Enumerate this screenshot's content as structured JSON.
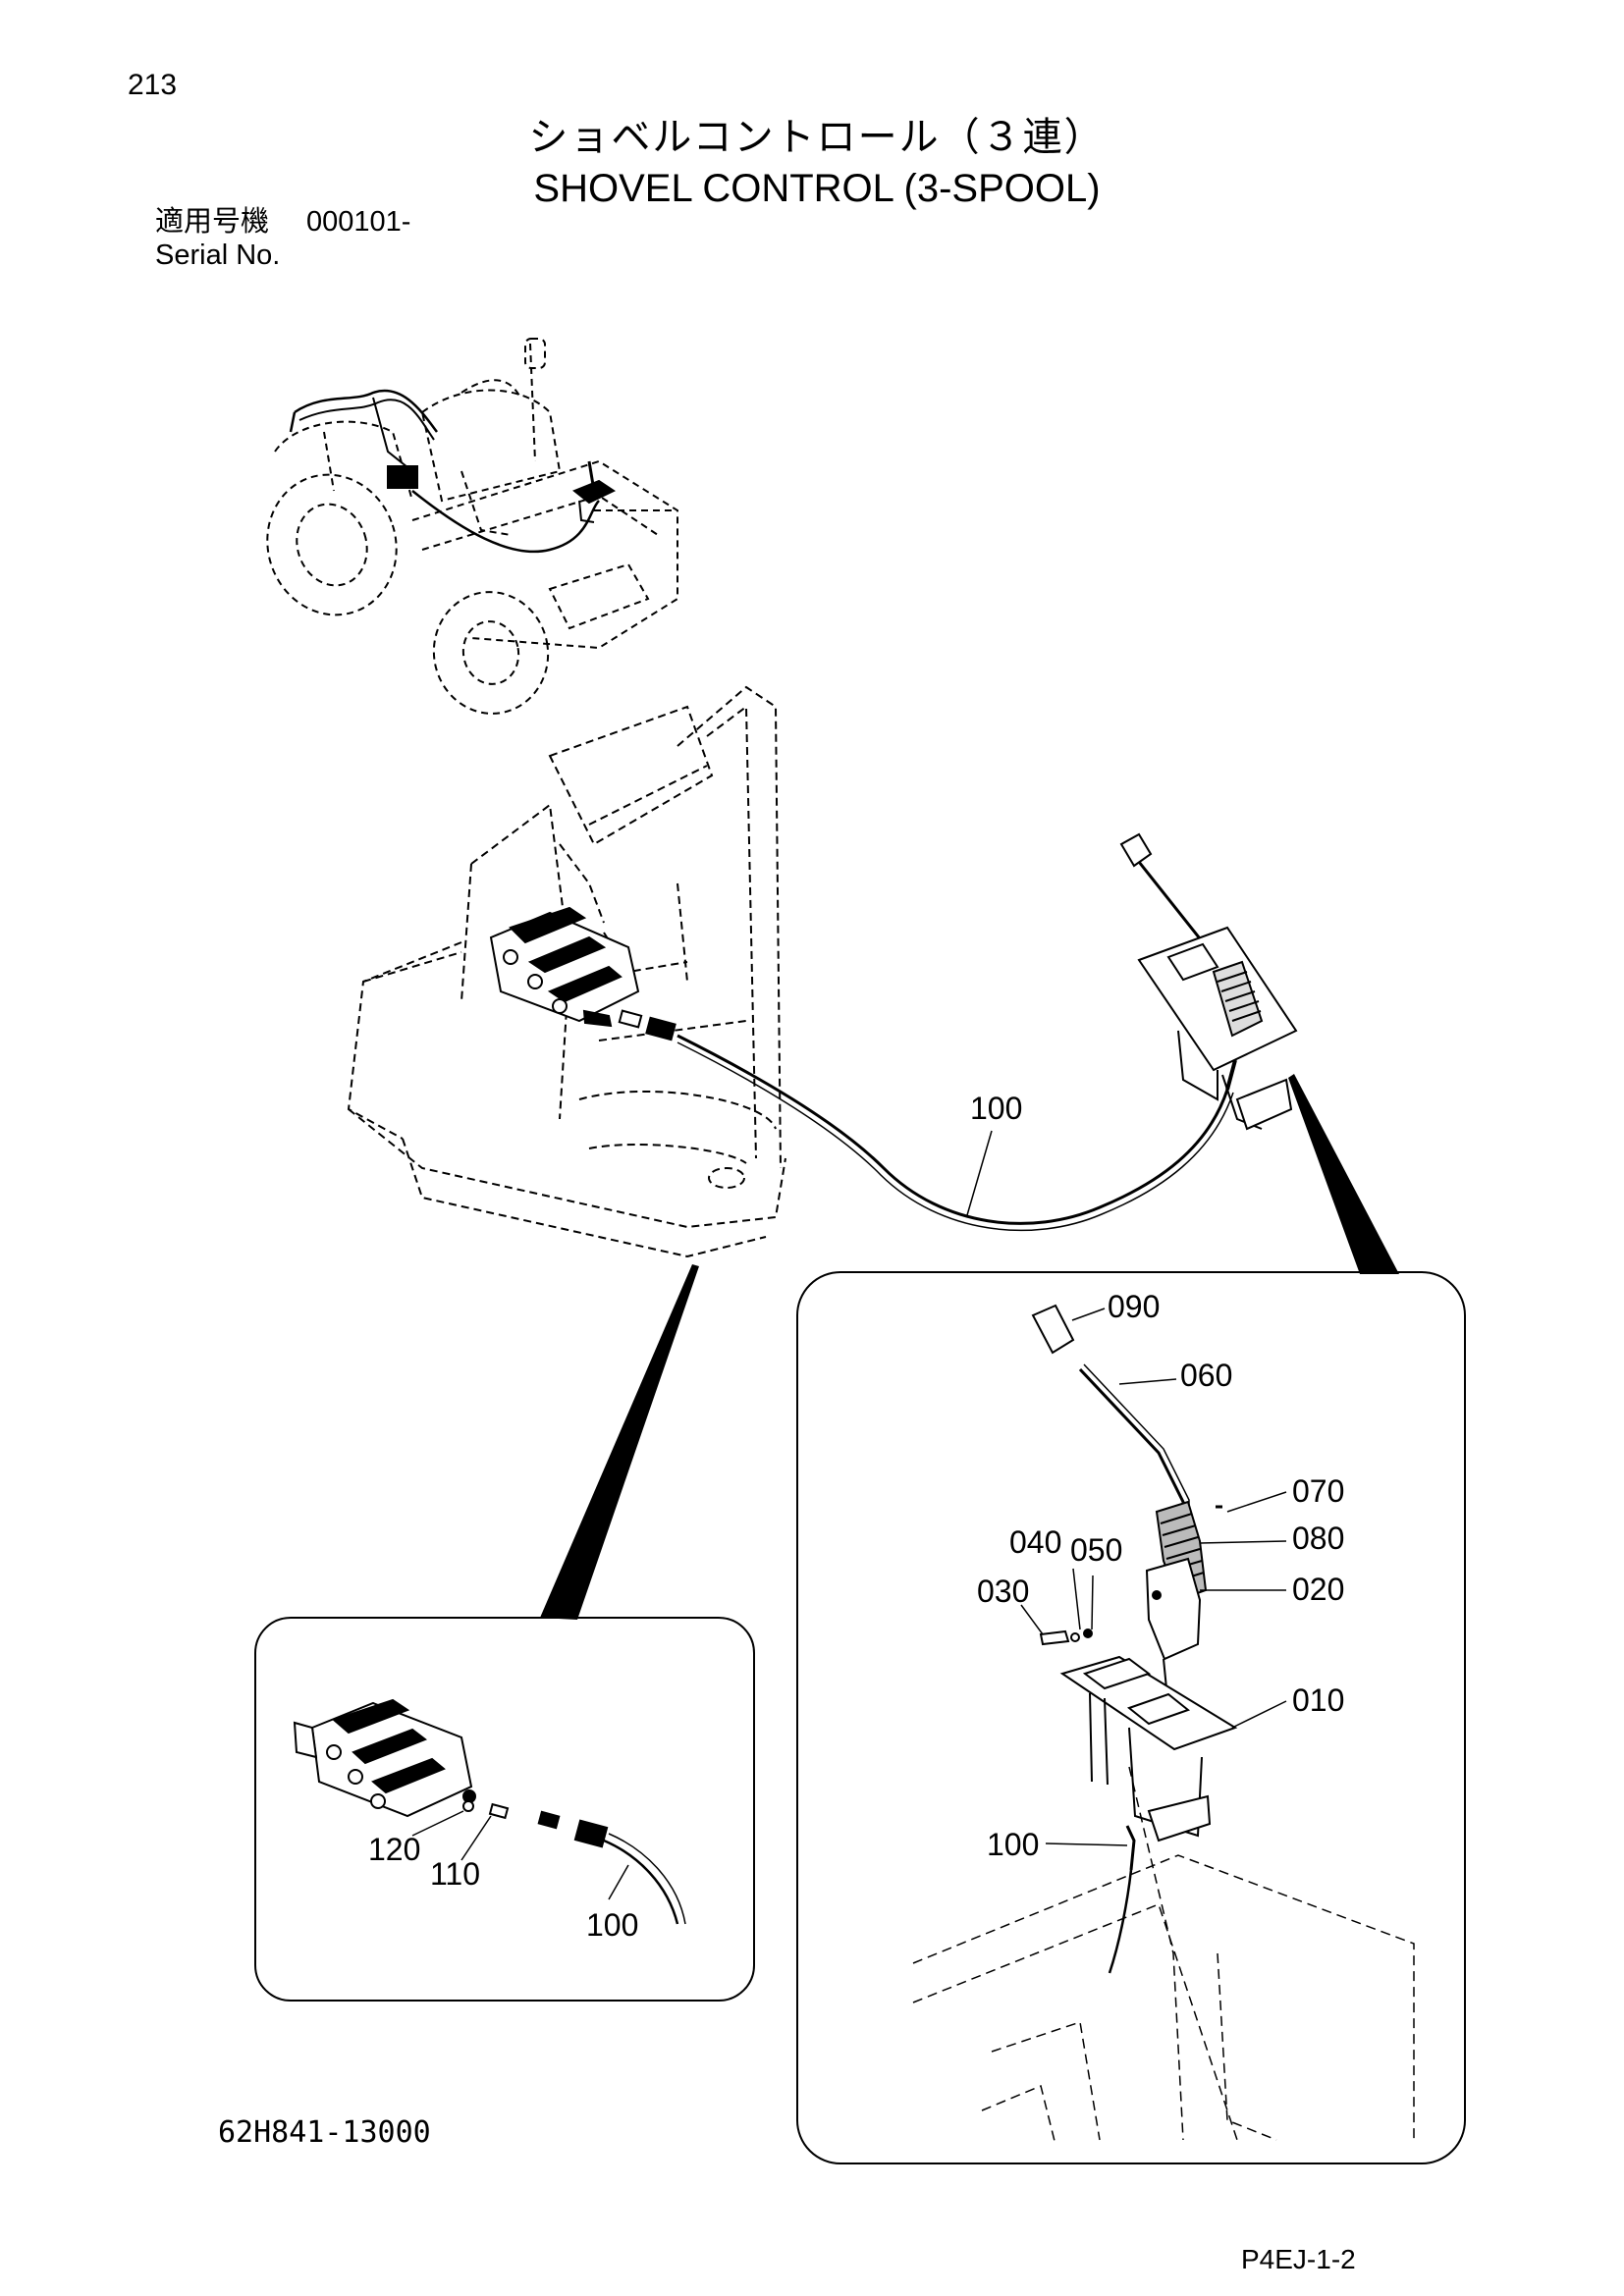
{
  "page_number": "213",
  "title": {
    "japanese": "ショベルコントロール（３連）",
    "english": "SHOVEL CONTROL (3-SPOOL)"
  },
  "serial": {
    "label_japanese": "適用号機",
    "value": "000101-",
    "label_english": "Serial No."
  },
  "drawing_number": "62H841-13000",
  "page_code": "P4EJ-1-2",
  "callouts": {
    "main": [
      "100"
    ],
    "lever_detail": [
      "090",
      "060",
      "070",
      "080",
      "040",
      "050",
      "030",
      "020",
      "010",
      "100"
    ],
    "valve_detail": [
      "120",
      "110",
      "100"
    ]
  },
  "icons": {
    "machine": "tractor-loader-icon",
    "valve": "control-valve-icon",
    "lever": "control-lever-icon"
  }
}
